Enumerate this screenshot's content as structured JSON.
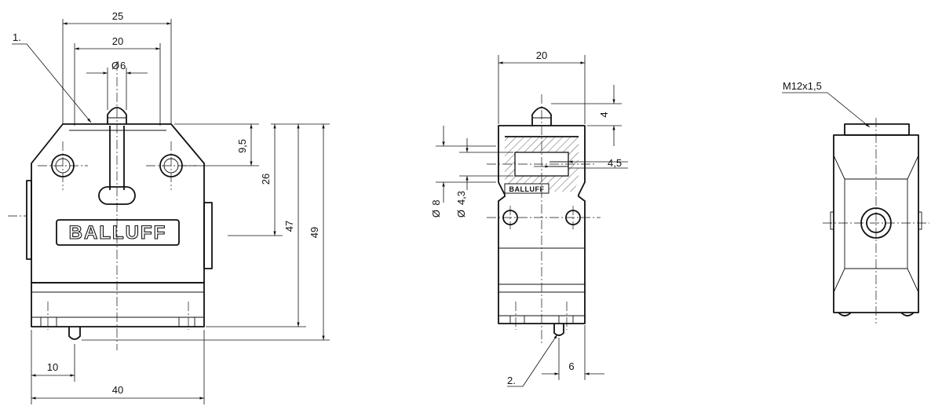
{
  "callouts": {
    "item1": "1.",
    "item2": "2.",
    "thread": "M12x1,5"
  },
  "brand": "BALLUFF",
  "front_view": {
    "width_top_outer": "25",
    "width_top_inner": "20",
    "plunger_dia": "6",
    "h_95": "9,5",
    "h_26": "26",
    "h_47": "47",
    "h_49": "49",
    "bottom_10": "10",
    "bottom_40": "40"
  },
  "side_view": {
    "width": "20",
    "plunger_h": "4",
    "bore_small": "4,5",
    "dia_8": "8",
    "dia_43": "4,3",
    "bottom_6": "6"
  },
  "diameter_symbol": "Ø"
}
